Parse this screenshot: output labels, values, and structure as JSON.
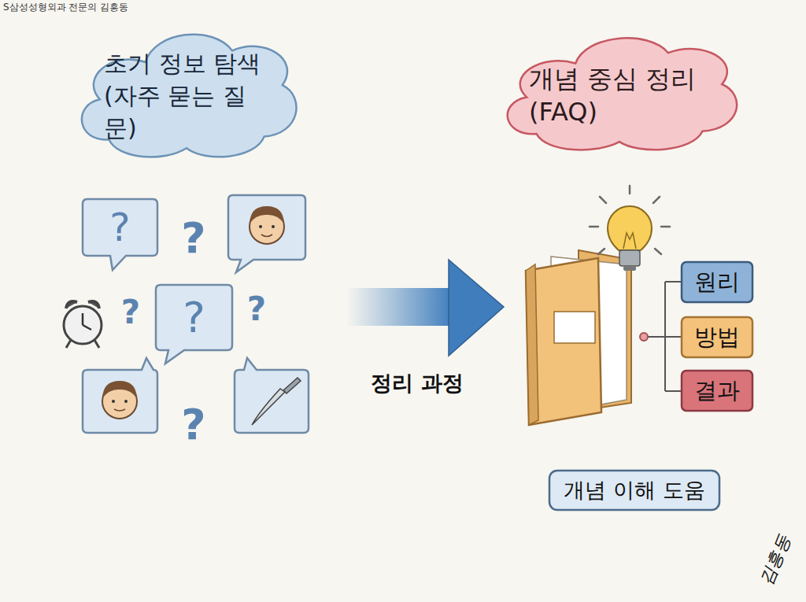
{
  "diagram": {
    "nodes": [
      {
        "text": [
          "초기 정보 탐색 (자주 묻는 질문)"
        ]
      },
      {
        "text": [
          "개념 중심 정리 (FAQ)"
        ]
      },
      {
        "text": [
          "?"
        ]
      },
      {
        "text": [
          "?"
        ]
      },
      {
        "text": [
          "원리"
        ]
      },
      {
        "text": [
          "방법"
        ]
      },
      {
        "text": [
          "결과"
        ]
      },
      {
        "text": [
          "개념 이해 도움"
        ]
      }
    ],
    "labels": [
      "S삼성성형외과 전문의 김흥동",
      "?",
      "?",
      "?",
      "?",
      "정리 과정",
      "김흥동"
    ]
  }
}
